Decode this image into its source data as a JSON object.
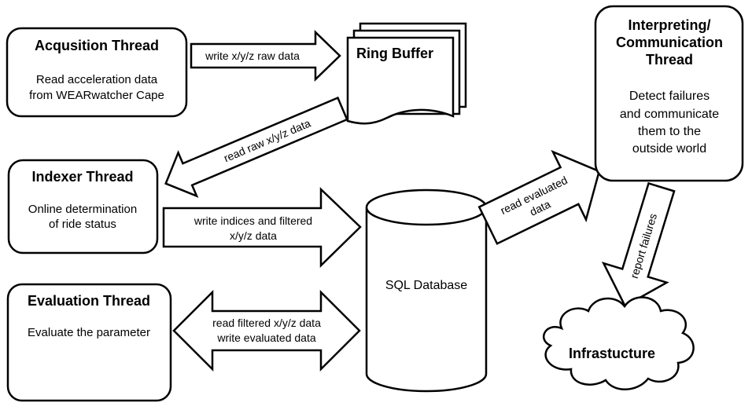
{
  "acquisition": {
    "title": "Acqusition Thread",
    "line1": "Read acceleration data",
    "line2": "from WEARwatcher Cape"
  },
  "ring_buffer": {
    "title": "Ring Buffer"
  },
  "indexer": {
    "title": "Indexer Thread",
    "line1": "Online determination",
    "line2": "of ride status"
  },
  "evaluation": {
    "title": "Evaluation Thread",
    "line1": "Evaluate the parameter"
  },
  "database": {
    "label": "SQL Database"
  },
  "interpreting": {
    "title1": "Interpreting/",
    "title2": "Communication",
    "title3": "Thread",
    "line1": "Detect failures",
    "line2": "and communicate",
    "line3": "them to the",
    "line4": "outside world"
  },
  "infrastructure": {
    "label": "Infrastucture"
  },
  "arrows": {
    "write_raw": "write x/y/z  raw data",
    "read_raw": "read raw x/y/z  data",
    "write_indices_1": "write indices and filtered",
    "write_indices_2": "x/y/z  data",
    "read_filtered": "read filtered x/y/z  data",
    "write_evaluated": "write evaluated data",
    "read_evaluated_1": "read evaluated",
    "read_evaluated_2": "data",
    "report_failures": "report failures"
  }
}
